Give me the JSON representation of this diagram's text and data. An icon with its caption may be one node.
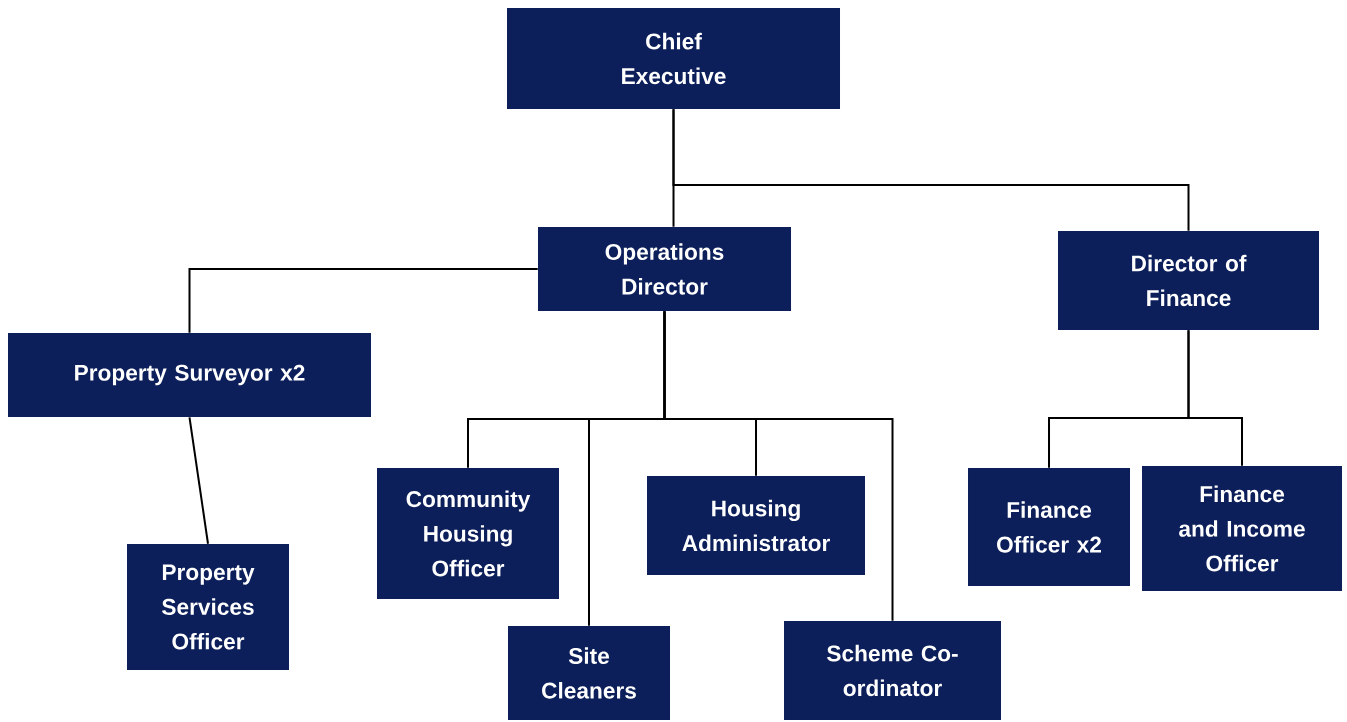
{
  "diagram": {
    "nodes": [
      {
        "text": [
          "Chief Executive"
        ]
      },
      {
        "text": [
          "Operations Director"
        ]
      },
      {
        "text": [
          "Director of Finance"
        ]
      },
      {
        "text": [
          "Property Surveyor x2"
        ]
      },
      {
        "text": [
          "Property Services Officer"
        ]
      },
      {
        "text": [
          "Community Housing Officer"
        ]
      },
      {
        "text": [
          "Site Cleaners"
        ]
      },
      {
        "text": [
          "Housing Administrator"
        ]
      },
      {
        "text": [
          "Scheme Co-ordinator"
        ]
      },
      {
        "text": [
          "Finance Officer x2"
        ]
      },
      {
        "text": [
          "Finance and Income Officer"
        ]
      }
    ],
    "edges": [
      {
        "from": 0,
        "to": 1,
        "arrow": "none"
      },
      {
        "from": 0,
        "to": 2,
        "arrow": "none"
      },
      {
        "from": 1,
        "to": 3,
        "arrow": "none"
      },
      {
        "from": 3,
        "to": 4,
        "arrow": "none"
      },
      {
        "from": 1,
        "to": 5,
        "arrow": "none"
      },
      {
        "from": 1,
        "to": 6,
        "arrow": "none"
      },
      {
        "from": 1,
        "to": 7,
        "arrow": "none"
      },
      {
        "from": 1,
        "to": 8,
        "arrow": "none"
      },
      {
        "from": 2,
        "to": 9,
        "arrow": "none"
      },
      {
        "from": 2,
        "to": 10,
        "arrow": "none"
      }
    ]
  }
}
